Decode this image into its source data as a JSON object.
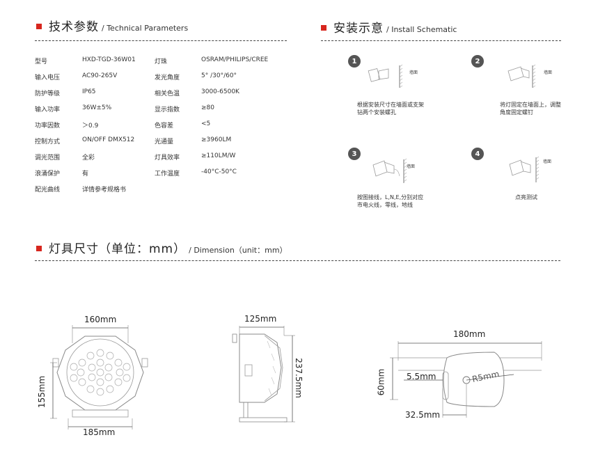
{
  "technical": {
    "title_zh": "技术参数",
    "title_en": "/ Technical Parameters",
    "left_rows": [
      {
        "label": "型号",
        "value": "HXD-TGD-36W01"
      },
      {
        "label": "输入电压",
        "value": "AC90-265V"
      },
      {
        "label": "防护等级",
        "value": "IP65"
      },
      {
        "label": "输入功率",
        "value": "36W±5%"
      },
      {
        "label": "功率因数",
        "value": "＞0.9"
      },
      {
        "label": "控制方式",
        "value": "ON/OFF  DMX512"
      },
      {
        "label": "调光范围",
        "value": "全彩"
      },
      {
        "label": "浪涌保护",
        "value": "有"
      },
      {
        "label": "配光曲线",
        "value": "详情参考规格书"
      }
    ],
    "right_rows": [
      {
        "label": "灯珠",
        "value": "OSRAM/PHILIPS/CREE"
      },
      {
        "label": "发光角度",
        "value": "5° /30°/60°"
      },
      {
        "label": "相关色温",
        "value": "3000-6500K"
      },
      {
        "label": "显示指数",
        "value": "≥80"
      },
      {
        "label": "色容差",
        "value": "<5"
      },
      {
        "label": "光通量",
        "value": "≥3960LM"
      },
      {
        "label": "灯具效率",
        "value": "≥110LM/W"
      },
      {
        "label": "工作温度",
        "value": "-40°C-50°C"
      }
    ]
  },
  "install": {
    "title_zh": "安装示意",
    "title_en": "/ Install Schematic",
    "steps": [
      {
        "num": "1",
        "wall": "墙面",
        "caption_line1": "根据安装尺寸在墙面或支架",
        "caption_line2": "钻两个安装螺孔"
      },
      {
        "num": "2",
        "wall": "墙面",
        "caption_line1": "将灯固定在墙面上，调整",
        "caption_line2": "角度固定螺钉"
      },
      {
        "num": "3",
        "wall": "墙面",
        "caption_line1": "按图接线，L,N,E,分别对应",
        "caption_line2": "市电火线，零线，地线"
      },
      {
        "num": "4",
        "wall": "墙面",
        "caption_line1": "点亮测试",
        "caption_line2": ""
      }
    ]
  },
  "dimension": {
    "title_zh": "灯具尺寸（单位：mm）",
    "title_en": "/ Dimension（unit：mm）",
    "front": {
      "top": "160mm",
      "side": "155mm",
      "bottom": "185mm"
    },
    "side": {
      "top": "125mm",
      "height": "237.5mm"
    },
    "bracket": {
      "width": "180mm",
      "height": "60mm",
      "slot": "5.5mm",
      "radius": "R5mm",
      "offset": "32.5mm"
    }
  }
}
